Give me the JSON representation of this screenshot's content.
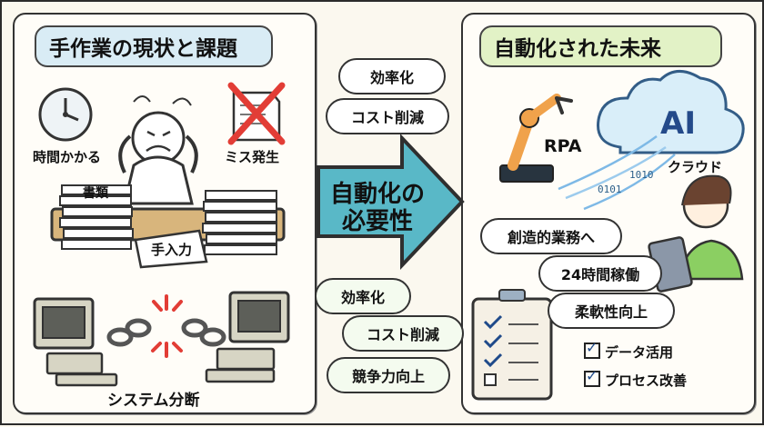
{
  "left": {
    "title": "手作業の現状と課題",
    "labels": {
      "time": "時間かかる",
      "mistakes": "ミス発生",
      "documents": "書類",
      "manual_input": "手入力",
      "system_disconnect": "システム分断"
    }
  },
  "center": {
    "top_bubbles": [
      "効率化",
      "コスト削減"
    ],
    "arrow_text": "自動化の\n必要性",
    "bottom_bubbles": [
      "効率化",
      "コスト削減",
      "競争力向上"
    ]
  },
  "right": {
    "title": "自動化された未来",
    "labels": {
      "rpa": "RPA",
      "ai": "AI",
      "cloud": "クラウド"
    },
    "benefit_bubbles": [
      "創造的業務へ",
      "24時間稼働",
      "柔軟性向上"
    ],
    "checklist_items": [
      "データ活用",
      "プロセス改善"
    ]
  },
  "colors": {
    "left_banner": "#d9ecf5",
    "right_banner": "#e2f2c6",
    "arrow_fill": "#59b8c7",
    "cloud_fill": "#d9eef9"
  }
}
